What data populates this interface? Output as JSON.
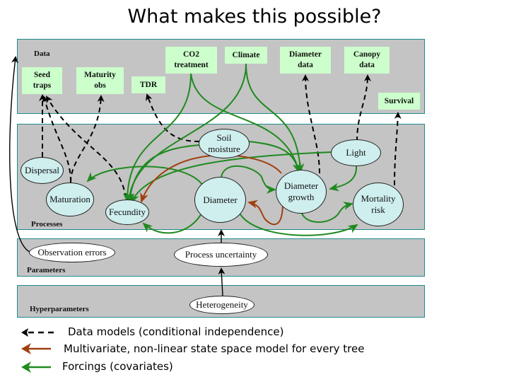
{
  "title": "What makes this possible?",
  "colors": {
    "band_fill": "#c4c4c4",
    "band_border": "#1f8a8a",
    "data_box": "#ccffcc",
    "process_node": "#cfeeee",
    "data_model_arrow": "#000000",
    "state_space_arrow": "#a0400f",
    "forcing_arrow": "#1f8a1f"
  },
  "bands": {
    "data": "Data",
    "processes": "Processes",
    "parameters": "Parameters",
    "hyperparameters": "Hyperparameters"
  },
  "data_boxes": {
    "seed_traps": "Seed\ntraps",
    "maturity_obs": "Maturity\nobs",
    "tdr": "TDR",
    "co2_treatment": "CO2\ntreatment",
    "climate": "Climate",
    "diameter_data": "Diameter\ndata",
    "canopy_data": "Canopy\ndata",
    "survival": "Survival"
  },
  "process_nodes": {
    "dispersal": "Dispersal",
    "maturation": "Maturation",
    "fecundity": "Fecundity",
    "soil_moisture": "Soil\nmoisture",
    "diameter": "Diameter",
    "diameter_growth": "Diameter\ngrowth",
    "light": "Light",
    "mortality_risk": "Mortality\nrisk"
  },
  "parameter_nodes": {
    "observation_errors": "Observation errors",
    "process_uncertainty": "Process uncertainty"
  },
  "hyperparameter_nodes": {
    "heterogeneity": "Heterogeneity"
  },
  "legend": [
    {
      "style": "dashed-black",
      "label": "Data models (conditional independence)"
    },
    {
      "style": "solid-brown",
      "label": "Multivariate, non-linear state space model for every tree"
    },
    {
      "style": "solid-green",
      "label": "Forcings (covariates)"
    }
  ]
}
